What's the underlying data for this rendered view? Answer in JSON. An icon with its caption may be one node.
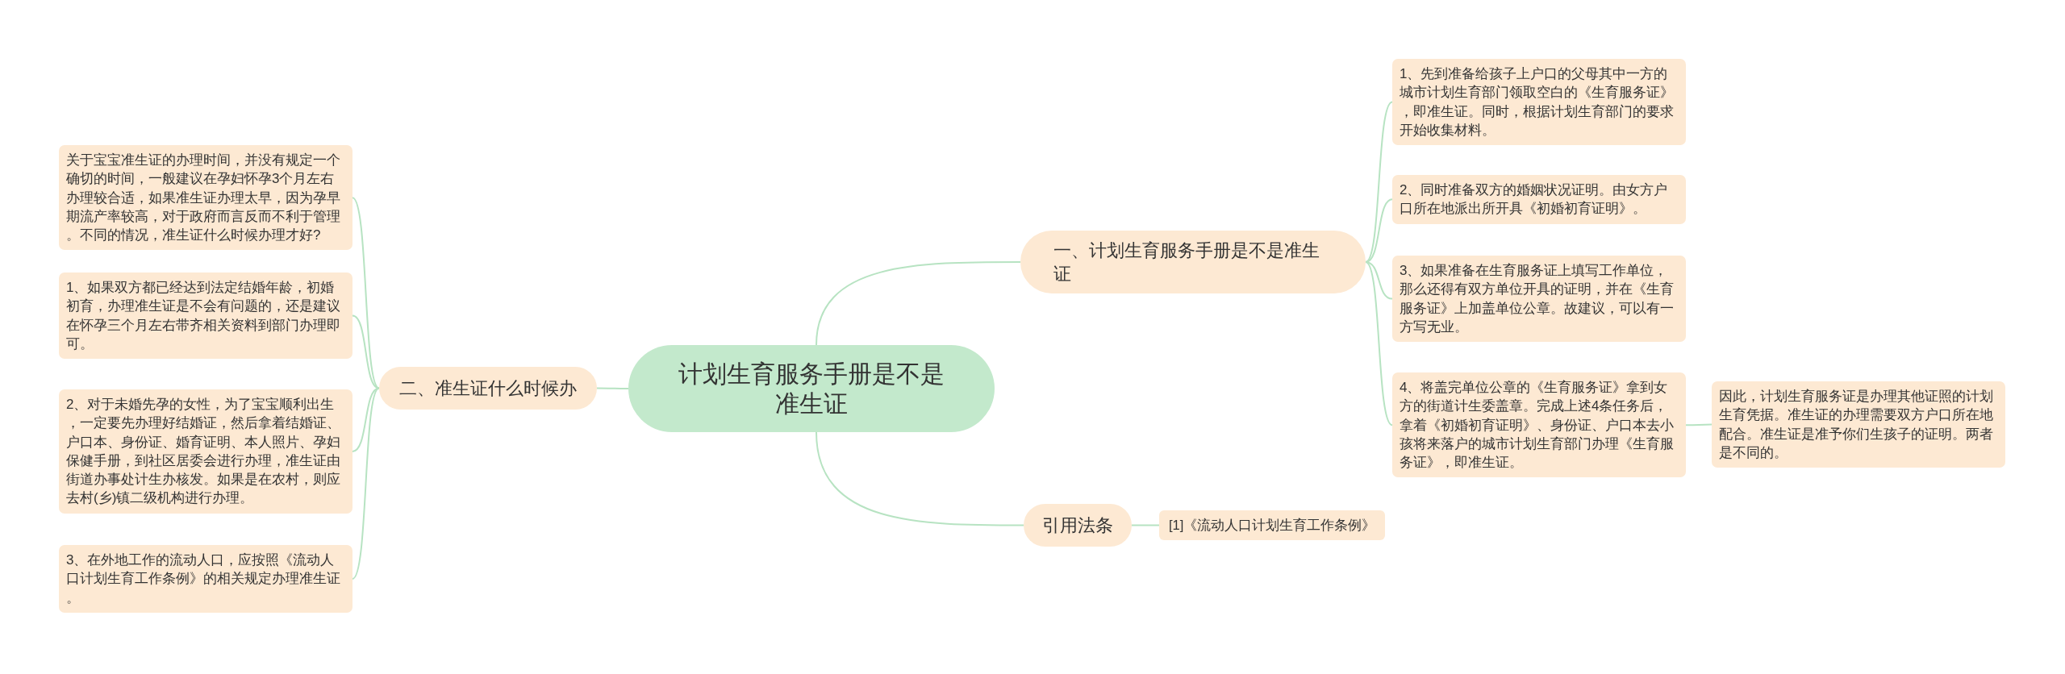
{
  "diagram": {
    "nodes": [
      {
        "text": [
          "计划生育服务手册是不是准生证"
        ]
      },
      {
        "text": [
          "一、计划生育服务手册是不是准生证"
        ]
      },
      {
        "text": [
          "1、先到准备给孩子上户口的父母其中一方的城市计划生育部门领取空白的《生育服务证》，即准生证。同时，根据计划生育部门的要求开始收集材料。"
        ]
      },
      {
        "text": [
          "2、同时准备双方的婚姻状况证明。由女方户口所在地派出所开具《初婚初育证明》。"
        ]
      },
      {
        "text": [
          "3、如果准备在生育服务证上填写工作单位，那么还得有双方单位开具的证明，并在《生育服务证》上加盖单位公章。故建议，可以有一方写无业。"
        ]
      },
      {
        "text": [
          "4、将盖完单位公章的《生育服务证》拿到女方的街道计生委盖章。完成上述4条任务后，拿着《初婚初育证明》、身份证、户口本去小孩将来落户的城市计划生育部门办理《生育服务证》，即准生证。"
        ]
      },
      {
        "text": [
          "因此，计划生育服务证是办理其他证照的计划生育凭据。准生证的办理需要双方户口所在地配合。准生证是准予你们生孩子的证明。两者是不同的。"
        ]
      },
      {
        "text": [
          "引用法条"
        ]
      },
      {
        "text": [
          "[1]《流动人口计划生育工作条例》"
        ]
      },
      {
        "text": [
          "二、准生证什么时候办"
        ]
      },
      {
        "text": [
          "关于宝宝准生证的办理时间，并没有规定一个确切的时间，一般建议在孕妇怀孕3个月左右办理较合适，如果准生证办理太早，因为孕早期流产率较高，对于政府而言反而不利于管理。不同的情况，准生证什么时候办理才好?"
        ]
      },
      {
        "text": [
          "1、如果双方都已经达到法定结婚年龄，初婚初育，办理准生证是不会有问题的，还是建议在怀孕三个月左右带齐相关资料到部门办理即可。"
        ]
      },
      {
        "text": [
          "2、对于未婚先孕的女性，为了宝宝顺利出生，一定要先办理好结婚证，然后拿着结婚证、户口本、身份证、婚育证明、本人照片、孕妇保健手册，到社区居委会进行办理，准生证由街道办事处计生办核发。如果是在农村，则应去村(乡)镇二级机构进行办理。"
        ]
      },
      {
        "text": [
          "3、在外地工作的流动人口，应按照《流动人口计划生育工作条例》的相关规定办理准生证。"
        ]
      }
    ],
    "edges": [
      {
        "from": 0,
        "to": 1,
        "arrow": "none"
      },
      {
        "from": 1,
        "to": 2,
        "arrow": "none"
      },
      {
        "from": 1,
        "to": 3,
        "arrow": "none"
      },
      {
        "from": 1,
        "to": 4,
        "arrow": "none"
      },
      {
        "from": 1,
        "to": 5,
        "arrow": "none"
      },
      {
        "from": 5,
        "to": 6,
        "arrow": "none"
      },
      {
        "from": 0,
        "to": 7,
        "arrow": "none"
      },
      {
        "from": 7,
        "to": 8,
        "arrow": "none"
      },
      {
        "from": 0,
        "to": 9,
        "arrow": "none"
      },
      {
        "from": 9,
        "to": 10,
        "arrow": "none"
      },
      {
        "from": 9,
        "to": 11,
        "arrow": "none"
      },
      {
        "from": 9,
        "to": 12,
        "arrow": "none"
      },
      {
        "from": 9,
        "to": 13,
        "arrow": "none"
      }
    ]
  }
}
